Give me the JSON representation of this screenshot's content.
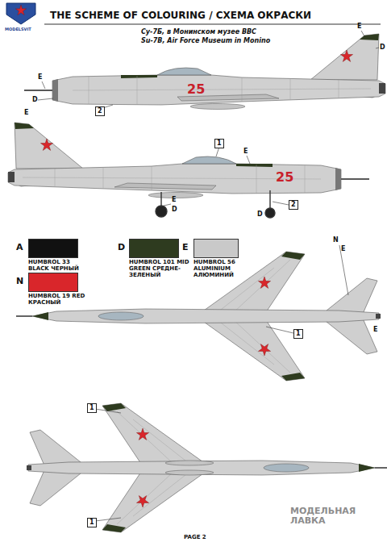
{
  "diagram": {
    "title": "THE SCHEME OF COLOURING / СХЕМА ОКРАСКИ",
    "labels": [
      "Су-7Б, в Монинском музее ВВС",
      "Su-7B, Air Force Museum in Monino",
      "25",
      "E",
      "D",
      "E",
      "D",
      "E",
      "2",
      "1",
      "E",
      "25",
      "E",
      "D",
      "D",
      "2",
      "A",
      "D",
      "E",
      "N",
      "N",
      "E",
      "1",
      "E",
      "1",
      "1",
      "MODELSVIT",
      "PAGE 2",
      "МОДЕЛЬНАЯ ЛАВКА"
    ],
    "legend": [
      {
        "text": "HUMBROL 33 BLACK ЧЕРНЫЙ",
        "color": "#111111"
      },
      {
        "text": "HUMBROL 101 MID GREEN СРЕДНЕ-ЗЕЛЕНЫЙ",
        "color": "#2e3b1f"
      },
      {
        "text": "HUMBROL 56 ALUMINIUM АЛЮМИНИЙ",
        "color": "#c9c9c9"
      },
      {
        "text": "HUMBROL 19 RED КРАСНЫЙ",
        "color": "#d9262b"
      }
    ]
  }
}
